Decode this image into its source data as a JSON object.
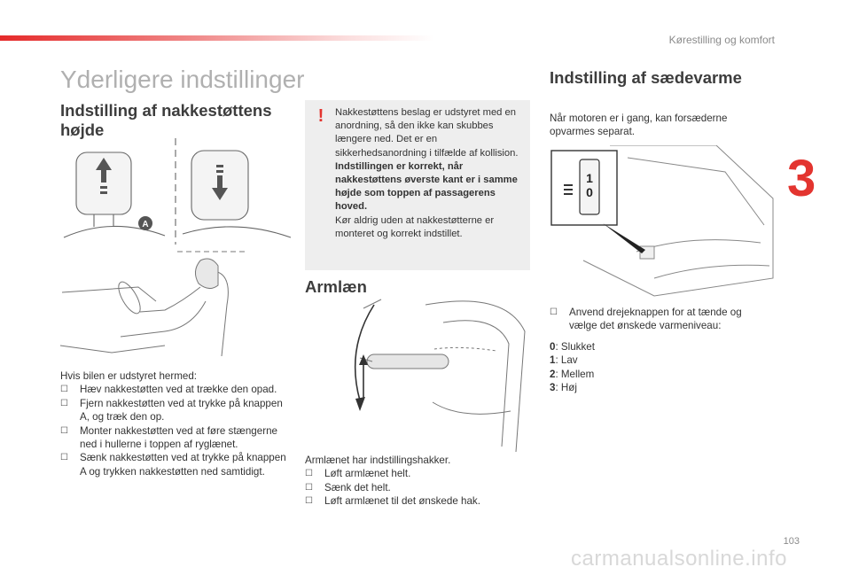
{
  "header": {
    "chapter": "Kørestilling og komfort",
    "chapter_number": "3",
    "page_number": "103"
  },
  "title": "Yderligere indstillinger",
  "headrest": {
    "heading": "Indstilling af nakkestøttens højde",
    "callout_label": "A",
    "intro": "Hvis bilen er udstyret hermed:",
    "steps": [
      "Hæv nakkestøtten ved at trække den opad.",
      "Fjern nakkestøtten ved at trykke på knappen A, og træk den op.",
      "Monter nakkestøtten ved at føre stængerne ned i hullerne i toppen af ryglænet.",
      "Sænk nakkestøtten ved at trykke på knappen A og trykken nakkestøtten ned samtidigt."
    ]
  },
  "warning": {
    "mark": "!",
    "text1": "Nakkestøttens beslag er udstyret med en anordning, så den ikke kan skubbes længere ned. Det er en sikkerhedsanordning i tilfælde af kollision.",
    "text_bold": "Indstillingen er korrekt, når nakkestøttens øverste kant er i samme højde som toppen af passagerens hoved.",
    "text2": "Kør aldrig uden at nakkestøtterne er monteret og korrekt indstillet."
  },
  "armrest": {
    "heading": "Armlæn",
    "intro": "Armlænet har indstillingshakker.",
    "steps": [
      "Løft armlænet helt.",
      "Sænk det helt.",
      "Løft armlænet til det ønskede hak."
    ]
  },
  "heating": {
    "heading": "Indstilling af sædevarme",
    "intro": "Når motoren er i gang, kan forsæderne opvarmes separat.",
    "dial_labels": [
      "1",
      "0"
    ],
    "step": "Anvend drejeknappen for at tænde og vælge det ønskede varmeniveau:",
    "levels": [
      {
        "num": "0",
        "label": ": Slukket"
      },
      {
        "num": "1",
        "label": ": Lav"
      },
      {
        "num": "2",
        "label": ": Mellem"
      },
      {
        "num": "3",
        "label": ": Høj"
      }
    ]
  },
  "watermark": "carmanualsonline.info"
}
